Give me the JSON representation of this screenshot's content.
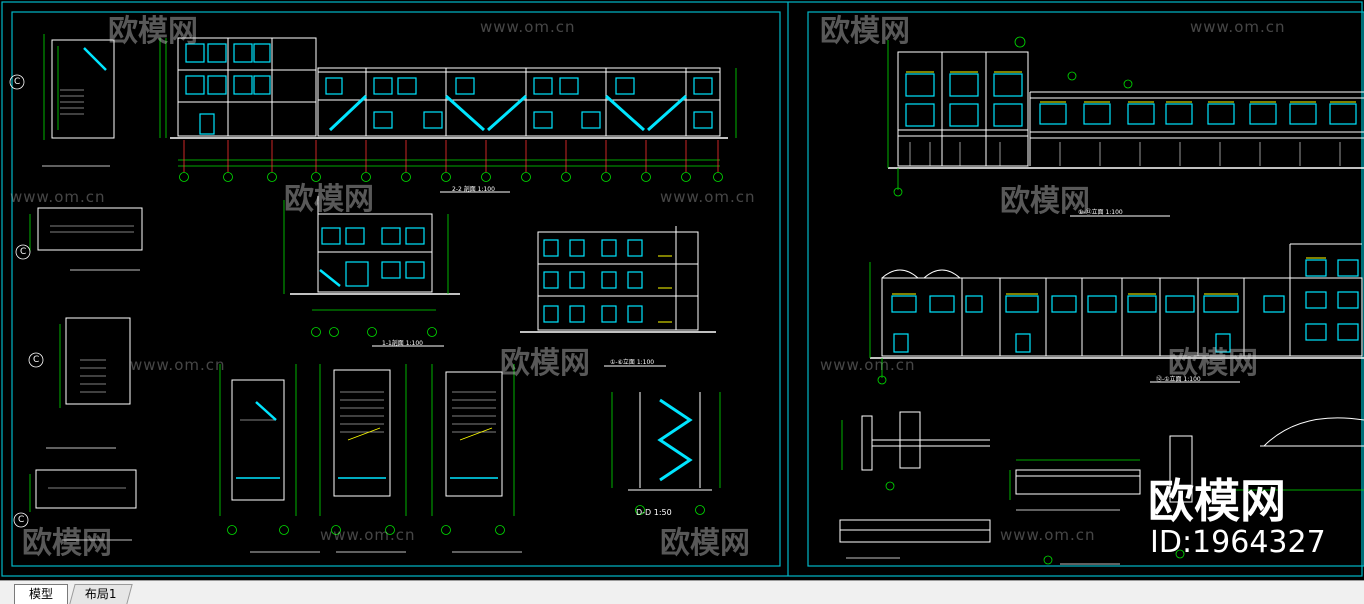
{
  "watermark": {
    "brand_cn": "欧模网",
    "url": "www.om.cn"
  },
  "corner": {
    "brand_cn": "欧模网",
    "id_text": "ID:1964327"
  },
  "tabs": [
    {
      "label": "模型",
      "active": true
    },
    {
      "label": "布局1",
      "active": false
    }
  ],
  "drawing_labels": {
    "section_22": "2-2 剖面  1:100",
    "section_11": "1-1剖面  1:100",
    "elev_small": "①-⑥立面 1:100",
    "elev_top": "①-⑫立面 1:100",
    "elev_mid": "⑫-①立面 1:100",
    "scale_d": "D-D 1:50",
    "c_marker": "C"
  },
  "colors": {
    "frame": "#00b7c8",
    "line": "#ffffff",
    "dim": "#00e000",
    "window": "#00e5ff",
    "axis": "#ff3030",
    "text_yellow": "#ffff00"
  }
}
